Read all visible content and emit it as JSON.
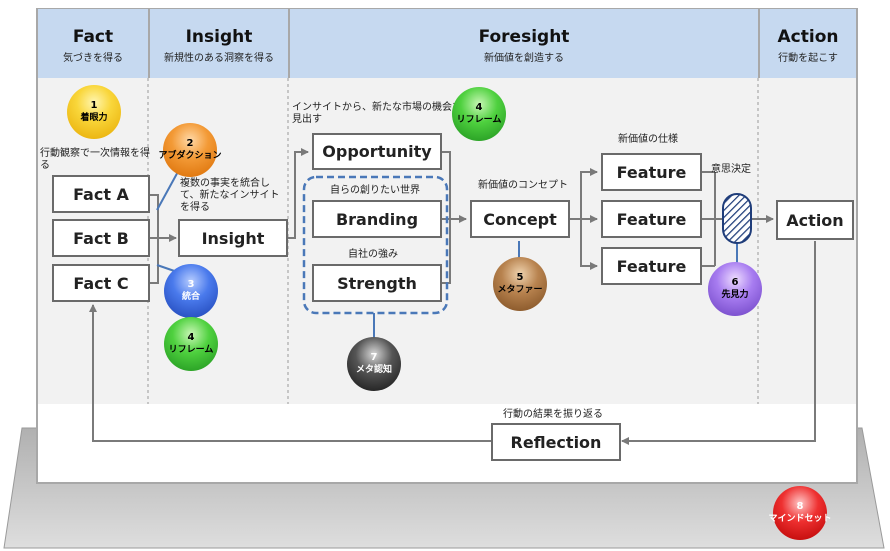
{
  "columns": [
    {
      "title": "Fact",
      "subtitle": "気づきを得る"
    },
    {
      "title": "Insight",
      "subtitle": "新規性のある洞察を得る"
    },
    {
      "title": "Foresight",
      "subtitle": "新価値を創造する"
    },
    {
      "title": "Action",
      "subtitle": "行動を起こす"
    }
  ],
  "boxes": {
    "fact_a": "Fact A",
    "fact_b": "Fact B",
    "fact_c": "Fact C",
    "insight": "Insight",
    "opportunity": "Opportunity",
    "branding": "Branding",
    "strength": "Strength",
    "concept": "Concept",
    "feature1": "Feature",
    "feature2": "Feature",
    "feature3": "Feature",
    "action": "Action",
    "reflection": "Reflection"
  },
  "labels": {
    "fact_obs": "行動観察で一次情報を得る",
    "insight_integrate": "複数の事実を統合して、新たなインサイトを得る",
    "opportunity_note": "インサイトから、新たな市場の機会を見出す",
    "branding_note": "自らの創りたい世界",
    "strength_note": "自社の強み",
    "concept_note": "新価値のコンセプト",
    "feature_note": "新価値の仕様",
    "decision_note": "意思決定",
    "reflection_note": "行動の結果を振り返る"
  },
  "balls": [
    {
      "num": "1",
      "label": "着眼力",
      "color": "#f4c20d"
    },
    {
      "num": "2",
      "label": "アブダクション",
      "color": "#f08a1c"
    },
    {
      "num": "3",
      "label": "統合",
      "color": "#2b5fd9"
    },
    {
      "num": "4",
      "label": "リフレーム",
      "color": "#2fb52f"
    },
    {
      "num": "4",
      "label": "リフレーム",
      "color": "#2fb52f"
    },
    {
      "num": "5",
      "label": "メタファー",
      "color": "#9a6a3c"
    },
    {
      "num": "6",
      "label": "先見力",
      "color": "#8a5fd6"
    },
    {
      "num": "7",
      "label": "メタ認知",
      "color": "#222222"
    },
    {
      "num": "8",
      "label": "マインドセット",
      "color": "#e01818"
    }
  ]
}
